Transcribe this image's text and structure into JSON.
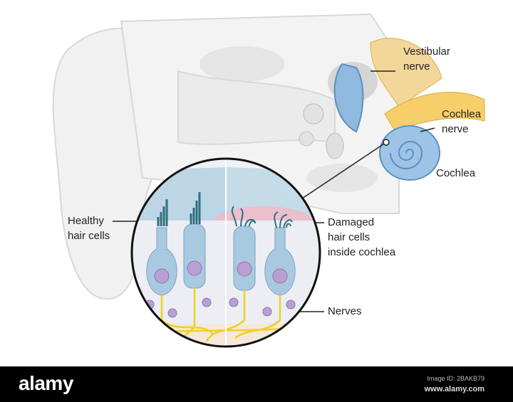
{
  "labels": {
    "vestibular_nerve": [
      "Vestibular",
      "nerve"
    ],
    "cochlea_nerve": [
      "Cochlea",
      "nerve"
    ],
    "cochlea": "Cochlea",
    "healthy": [
      "Healthy",
      "hair cells"
    ],
    "damaged": [
      "Damaged",
      "hair cells",
      "inside cochlea"
    ],
    "nerves": "Nerves"
  },
  "footer": {
    "logo": "alamy",
    "image_id": "Image ID: 2BAKB79",
    "site": "www.alamy.com"
  },
  "colors": {
    "cell": "#a9c9e0",
    "nerve": "#f0d020",
    "damage": "#f4b8c4",
    "stereocilia": "#2f6f80"
  }
}
